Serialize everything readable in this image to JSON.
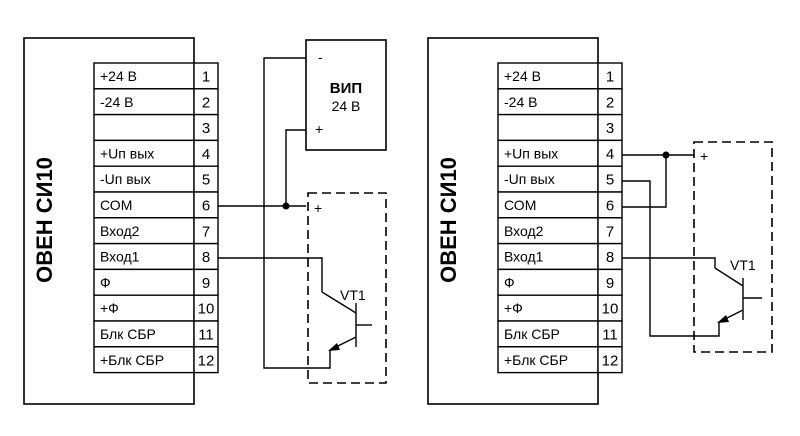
{
  "diagrams": [
    {
      "device_title": "ОВЕН СИ10",
      "terminals": [
        {
          "label": "+24 В",
          "num": "1"
        },
        {
          "label": "-24 В",
          "num": "2"
        },
        {
          "label": "",
          "num": "3"
        },
        {
          "label": "+Uп вых",
          "num": "4"
        },
        {
          "label": "-Uп вых",
          "num": "5"
        },
        {
          "label": "СОМ",
          "num": "6"
        },
        {
          "label": "Вход2",
          "num": "7"
        },
        {
          "label": "Вход1",
          "num": "8"
        },
        {
          "label": "Ф",
          "num": "9"
        },
        {
          "label": "+Ф",
          "num": "10"
        },
        {
          "label": "Блк СБР",
          "num": "11"
        },
        {
          "label": "+Блк СБР",
          "num": "12"
        }
      ],
      "power_supply": {
        "name": "ВИП",
        "voltage": "24 В",
        "minus": "-",
        "plus": "+"
      },
      "transistor": {
        "name": "VT1",
        "plus": "+"
      }
    },
    {
      "device_title": "ОВЕН СИ10",
      "terminals": [
        {
          "label": "+24 В",
          "num": "1"
        },
        {
          "label": "-24 В",
          "num": "2"
        },
        {
          "label": "",
          "num": "3"
        },
        {
          "label": "+Uп вых",
          "num": "4"
        },
        {
          "label": "-Uп вых",
          "num": "5"
        },
        {
          "label": "СОМ",
          "num": "6"
        },
        {
          "label": "Вход2",
          "num": "7"
        },
        {
          "label": "Вход1",
          "num": "8"
        },
        {
          "label": "Ф",
          "num": "9"
        },
        {
          "label": "+Ф",
          "num": "10"
        },
        {
          "label": "Блк СБР",
          "num": "11"
        },
        {
          "label": "+Блк СБР",
          "num": "12"
        }
      ],
      "transistor": {
        "name": "VT1",
        "plus": "+"
      }
    }
  ]
}
